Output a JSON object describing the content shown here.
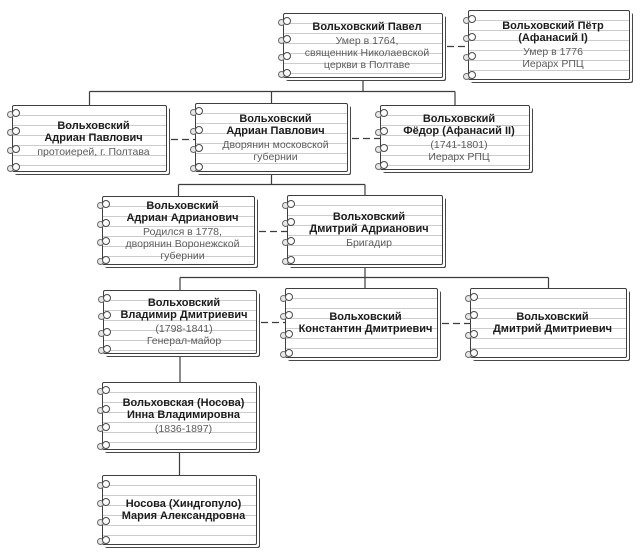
{
  "diagram": {
    "type": "family-tree",
    "nodes": [
      {
        "id": "pavel",
        "name_lines": [
          "Вольховский Павел"
        ],
        "detail_lines": [
          "Умер в 1764,",
          "священник Николаевской",
          "церкви в Полтаве"
        ]
      },
      {
        "id": "petr",
        "name_lines": [
          "Вольховский Пётр",
          "(Афанасий I)"
        ],
        "detail_lines": [
          "Умер в 1776",
          "Иерарх РПЦ"
        ]
      },
      {
        "id": "adrian-p1",
        "name_lines": [
          "Вольховский",
          "Адриан Павлович"
        ],
        "detail_lines": [
          "протоиерей, г. Полтава"
        ]
      },
      {
        "id": "adrian-p2",
        "name_lines": [
          "Вольховский",
          "Адриан Павлович"
        ],
        "detail_lines": [
          "Дворянин московской",
          "губернии"
        ]
      },
      {
        "id": "fedor",
        "name_lines": [
          "Вольховский",
          "Фёдор (Афанасий II)"
        ],
        "detail_lines": [
          "(1741-1801)",
          "Иерарх РПЦ"
        ]
      },
      {
        "id": "adrian-a",
        "name_lines": [
          "Вольховский",
          "Адриан Адрианович"
        ],
        "detail_lines": [
          "Родился в 1778,",
          "дворянин Воронежской",
          "губернии"
        ]
      },
      {
        "id": "dmitriy-a",
        "name_lines": [
          "Вольховский",
          "Дмитрий Адрианович"
        ],
        "detail_lines": [
          "Бригадир"
        ]
      },
      {
        "id": "vladimir-d",
        "name_lines": [
          "Вольховский",
          "Владимир Дмитриевич"
        ],
        "detail_lines": [
          "(1798-1841)",
          "Генерал-майор"
        ]
      },
      {
        "id": "konstantin-d",
        "name_lines": [
          "Вольховский",
          "Константин Дмитриевич"
        ],
        "detail_lines": []
      },
      {
        "id": "dmitriy-d",
        "name_lines": [
          "Вольховский",
          "Дмитрий Дмитриевич"
        ],
        "detail_lines": []
      },
      {
        "id": "inna",
        "name_lines": [
          "Вольховская (Носова)",
          "Инна Владимировна"
        ],
        "detail_lines": [
          "(1836-1897)"
        ]
      },
      {
        "id": "maria",
        "name_lines": [
          "Носова (Хиндгопуло)",
          "Мария Александровна"
        ],
        "detail_lines": []
      }
    ],
    "descent_edges": [
      {
        "parent": "pavel",
        "children": [
          "adrian-p1",
          "adrian-p2",
          "fedor"
        ]
      },
      {
        "parent": "adrian-p2",
        "children": [
          "adrian-a",
          "dmitriy-a"
        ]
      },
      {
        "parent": "dmitriy-a",
        "children": [
          "vladimir-d",
          "konstantin-d",
          "dmitriy-d"
        ]
      },
      {
        "parent": "vladimir-d",
        "children": [
          "inna"
        ]
      },
      {
        "parent": "inna",
        "children": [
          "maria"
        ]
      }
    ],
    "dashed_links": [
      [
        "pavel",
        "petr"
      ],
      [
        "adrian-p1",
        "adrian-p2"
      ],
      [
        "adrian-p2",
        "fedor"
      ],
      [
        "adrian-a",
        "dmitriy-a"
      ],
      [
        "vladimir-d",
        "konstantin-d"
      ],
      [
        "konstantin-d",
        "dmitriy-d"
      ]
    ],
    "colors": {
      "line": "#3d3d3d",
      "rule_line": "#cccccc",
      "name_text": "#1c1c1c",
      "detail_text": "#5c5c5c",
      "card_bg": "#ffffff",
      "shadow": "#474747"
    }
  }
}
